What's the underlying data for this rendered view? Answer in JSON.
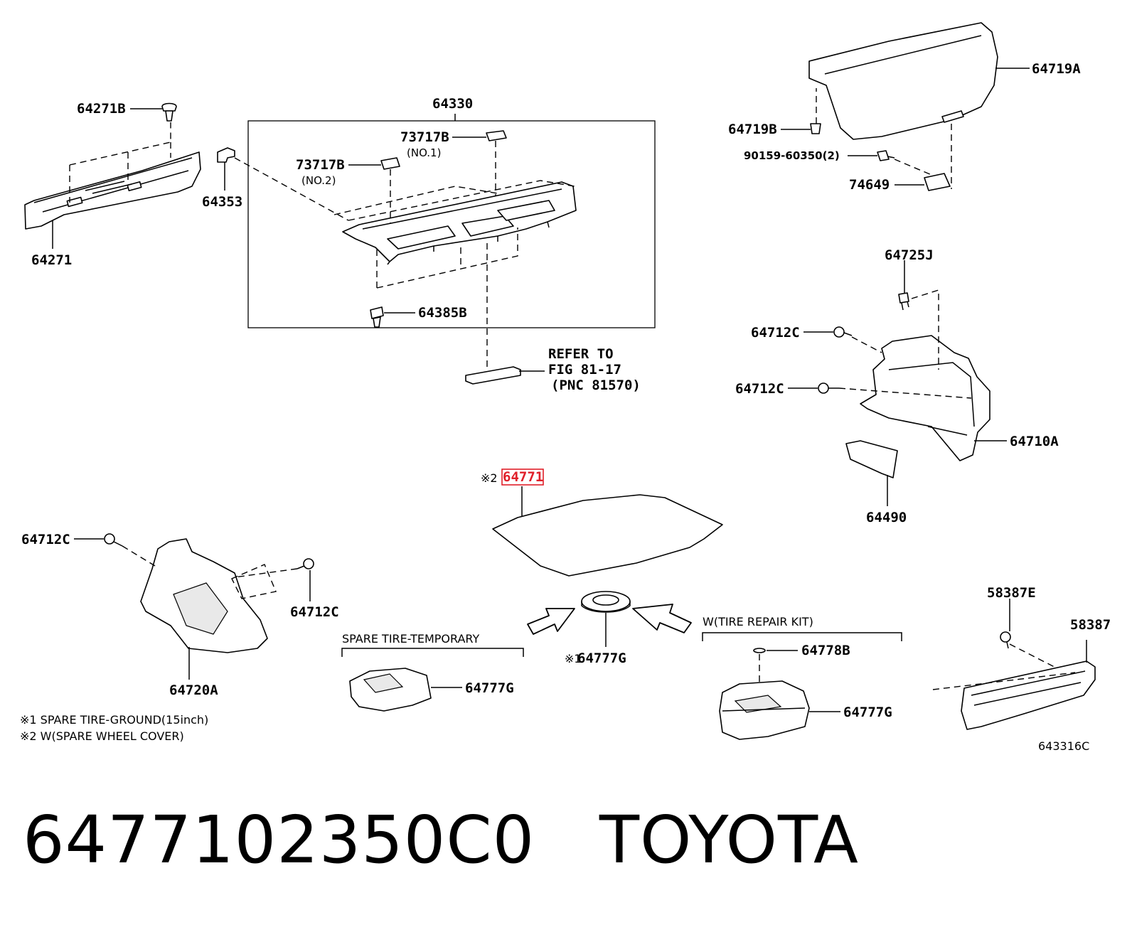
{
  "part_number": "6477102350C0",
  "brand": "TOYOTA",
  "labels": {
    "p64271B": "64271B",
    "p64271": "64271",
    "p64330": "64330",
    "p73717B_1": "73717B",
    "no1": "(NO.1)",
    "p73717B_2": "73717B",
    "no2": "(NO.2)",
    "p64353": "64353",
    "p64385B": "64385B",
    "refer1": "REFER TO",
    "refer2": "FIG 81-17",
    "refer3": "(PNC 81570)",
    "p64719A": "64719A",
    "p64719B": "64719B",
    "p90159": "90159-60350(2)",
    "p74649": "74649",
    "p64725J": "64725J",
    "p64712C_a": "64712C",
    "p64712C_b": "64712C",
    "p64710A": "64710A",
    "p64490": "64490",
    "mark2": "※2",
    "p64771": "64771",
    "p64712C_c": "64712C",
    "p64712C_d": "64712C",
    "p64720A": "64720A",
    "spare_temp": "SPARE TIRE-TEMPORARY",
    "p64777G_a": "64777G",
    "mark1": "※1",
    "p64777G_b": "64777G",
    "repair_kit": "W(TIRE REPAIR KIT)",
    "p64778B": "64778B",
    "p64777G_c": "64777G",
    "p58387E": "58387E",
    "p58387": "58387",
    "note1": "※1 SPARE TIRE-GROUND(15inch)",
    "note2": "※2 W(SPARE WHEEL COVER)",
    "fig_code": "643316C"
  },
  "colors": {
    "highlight": "#e0202a",
    "line": "#000000"
  }
}
